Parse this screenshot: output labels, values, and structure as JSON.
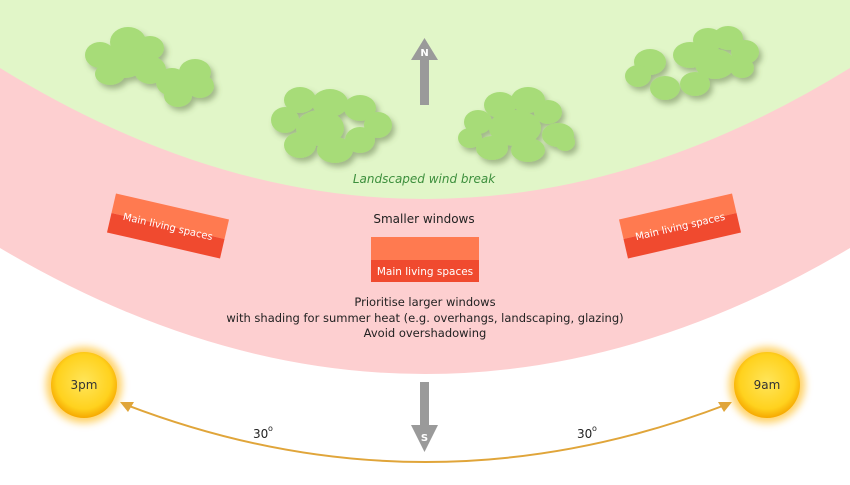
{
  "diagram": {
    "north_label": "N",
    "south_label": "S",
    "wind_break_label": "Landscaped wind break",
    "north_text": "Smaller windows",
    "room_label": "Main living spaces",
    "south_text": {
      "line1": "Prioritise larger windows",
      "line2": "with shading for summer heat (e.g. overhangs, landscaping, glazing)",
      "line3": "Avoid overshadowing"
    },
    "sun_left_label": "3pm",
    "sun_right_label": "9am",
    "angle_left": "30",
    "angle_right": "30",
    "degree_mark": "o"
  },
  "colors": {
    "green_zone": "#e1f6c8",
    "pink_zone": "#fdcfd0",
    "tree": "#a7dc78",
    "room_top": "#ff7a50",
    "room_bottom": "#f04a2f",
    "arrow": "#9a9a9a",
    "sun": "#ffd21e",
    "sun_path": "#e0a53a",
    "wind_text": "#3d8f3d"
  }
}
